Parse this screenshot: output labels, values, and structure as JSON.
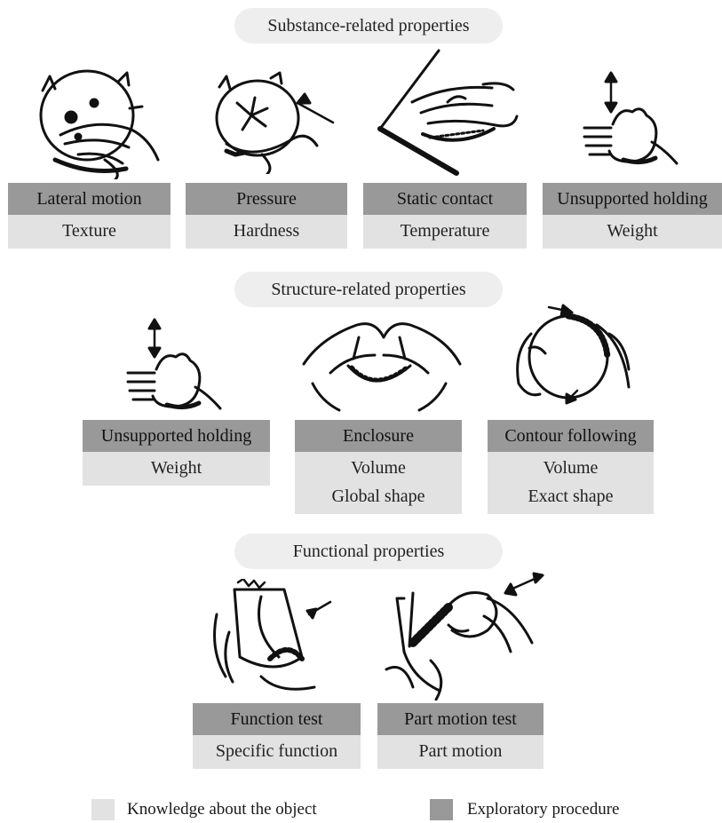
{
  "sections": {
    "substance": {
      "title": "Substance-related properties",
      "cards": [
        {
          "procedure": "Lateral motion",
          "knowledge": [
            "Texture"
          ]
        },
        {
          "procedure": "Pressure",
          "knowledge": [
            "Hardness"
          ]
        },
        {
          "procedure": "Static contact",
          "knowledge": [
            "Temperature"
          ]
        },
        {
          "procedure": "Unsupported holding",
          "knowledge": [
            "Weight"
          ]
        }
      ]
    },
    "structure": {
      "title": "Structure-related properties",
      "cards": [
        {
          "procedure": "Unsupported holding",
          "knowledge": [
            "Weight"
          ]
        },
        {
          "procedure": "Enclosure",
          "knowledge": [
            "Volume",
            "Global shape"
          ]
        },
        {
          "procedure": "Contour following",
          "knowledge": [
            "Volume",
            "Exact shape"
          ]
        }
      ]
    },
    "functional": {
      "title": "Functional properties",
      "cards": [
        {
          "procedure": "Function test",
          "knowledge": [
            "Specific function"
          ]
        },
        {
          "procedure": "Part motion test",
          "knowledge": [
            "Part motion"
          ]
        }
      ]
    }
  },
  "legend": {
    "knowledge_label": "Knowledge about the object",
    "procedure_label": "Exploratory procedure",
    "knowledge_color": "#e2e2e2",
    "procedure_color": "#999999"
  },
  "illustrations": [
    "lateral-motion-hand-icon",
    "pressure-hand-icon",
    "static-contact-hand-icon",
    "unsupported-holding-hand-icon",
    "enclosure-hands-icon",
    "contour-following-hands-icon",
    "function-test-hands-icon",
    "part-motion-test-hands-icon"
  ]
}
